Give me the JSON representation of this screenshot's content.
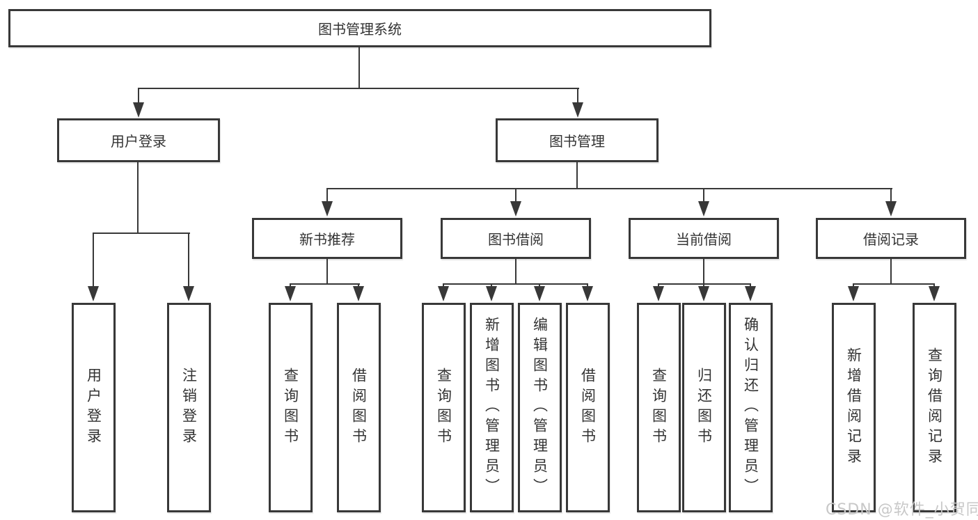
{
  "tree": {
    "label": "图书管理系统",
    "children": [
      {
        "label": "用户登录",
        "children": [
          {
            "label": "用户登录"
          },
          {
            "label": "注销登录"
          }
        ]
      },
      {
        "label": "图书管理",
        "children": [
          {
            "label": "新书推荐",
            "children": [
              {
                "label": "查询图书"
              },
              {
                "label": "借阅图书"
              }
            ]
          },
          {
            "label": "图书借阅",
            "children": [
              {
                "label": "查询图书"
              },
              {
                "label": "新增图书（管理员）"
              },
              {
                "label": "编辑图书（管理员）"
              },
              {
                "label": "借阅图书"
              }
            ]
          },
          {
            "label": "当前借阅",
            "children": [
              {
                "label": "查询图书"
              },
              {
                "label": "归还图书"
              },
              {
                "label": "确认归还（管理员）"
              }
            ]
          },
          {
            "label": "借阅记录",
            "children": [
              {
                "label": "新增借阅记录"
              },
              {
                "label": "查询借阅记录"
              }
            ]
          }
        ]
      }
    ]
  },
  "watermark": "CSDN @软件_小贺同学",
  "colors": {
    "line": "#383838",
    "text": "#333333",
    "background": "#ffffff",
    "watermark": "#c8c8c8"
  }
}
